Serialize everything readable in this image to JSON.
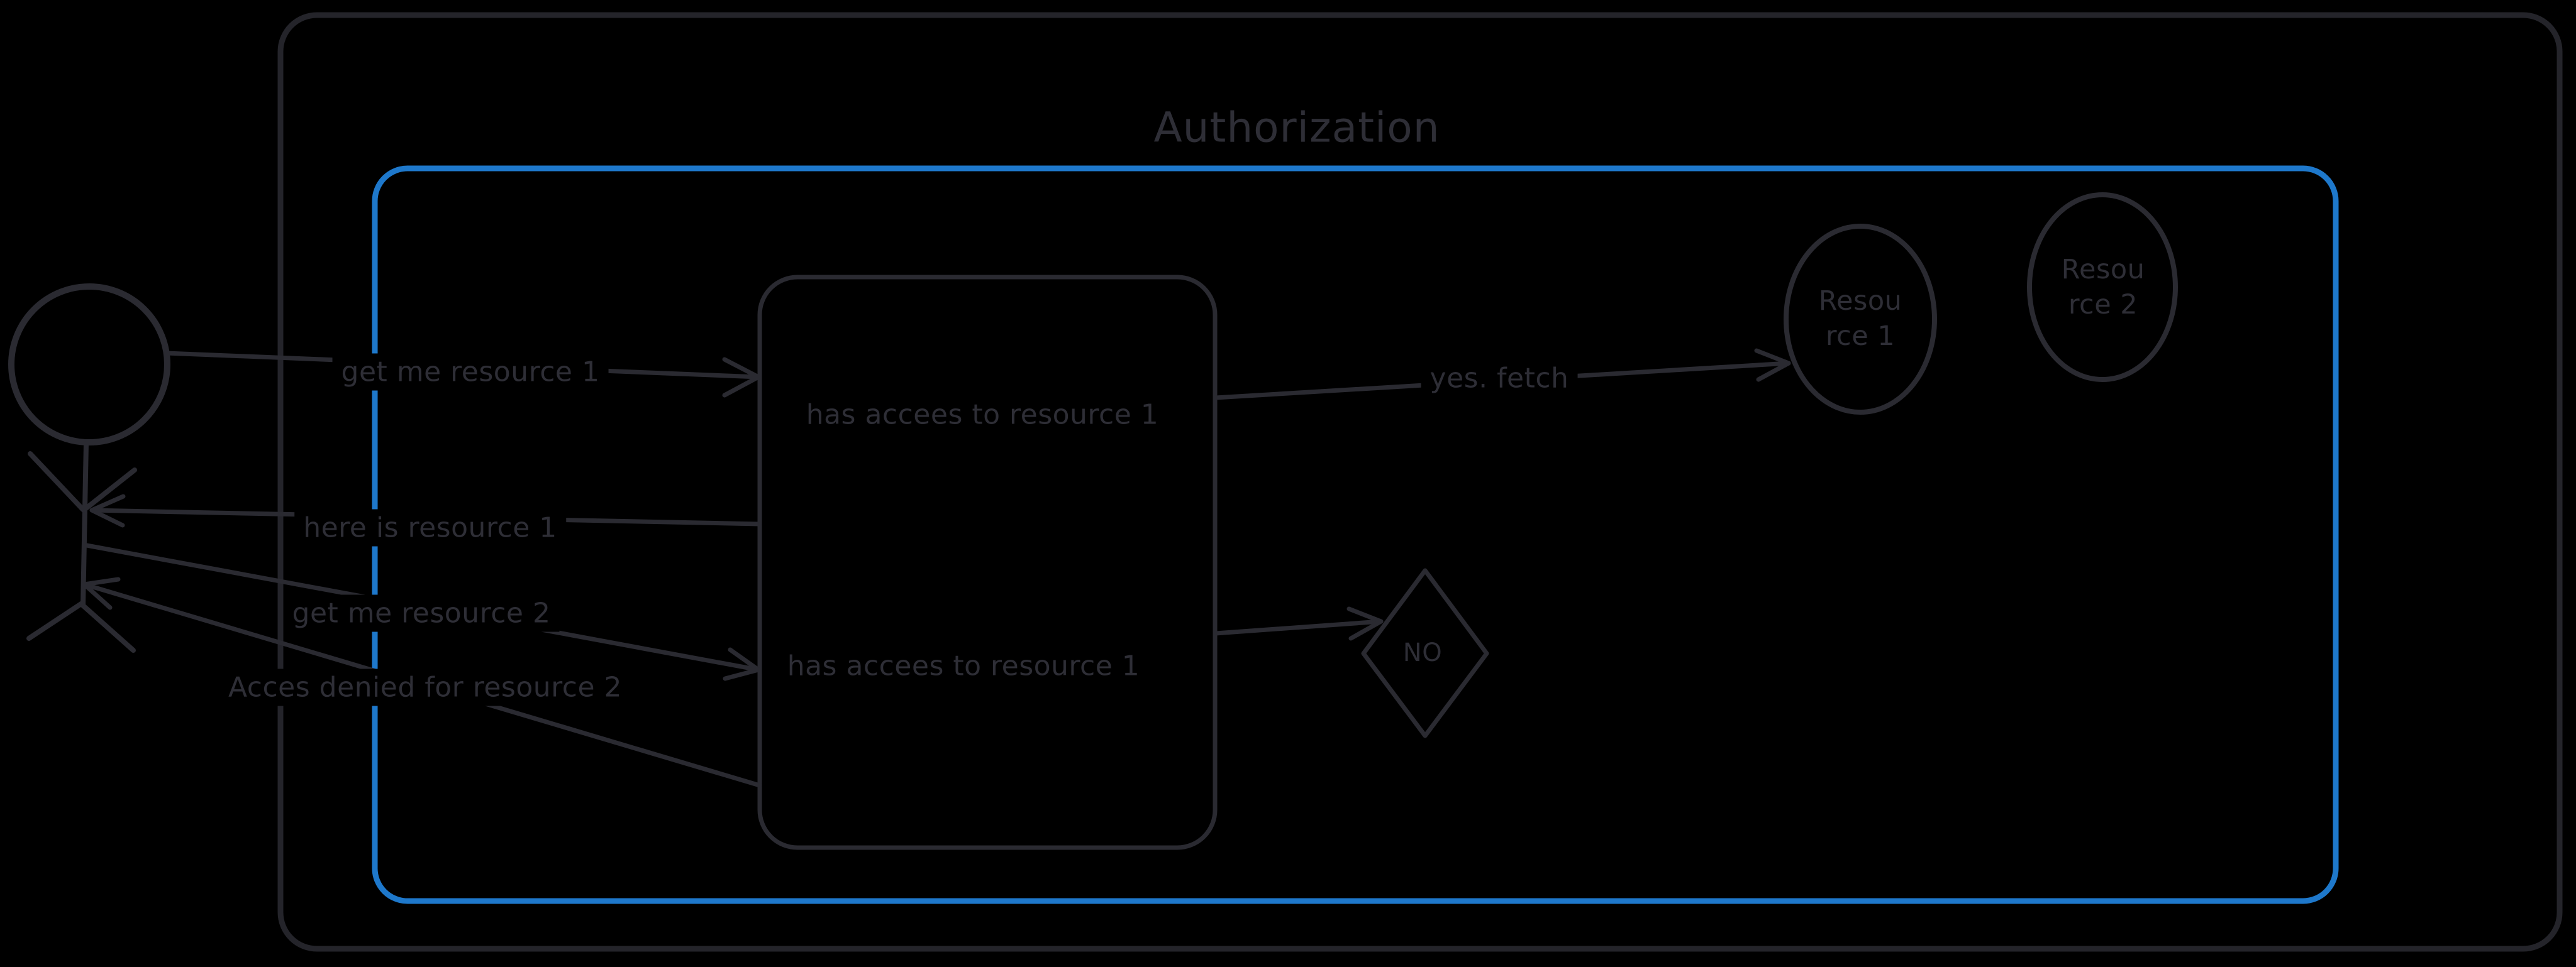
{
  "canvas": {
    "background": "#000000"
  },
  "colors": {
    "stroke_dark": "#2a2a31",
    "stroke_outer": "#24242a",
    "text": "#2e2e36",
    "accent_blue": "#1e78cb",
    "actor_hatch_yellow": "#ffec99"
  },
  "diagram": {
    "title": "Authorization",
    "labels": {
      "get_me_resource_1": "get me resource 1",
      "here_is_resource_1": "here is resource 1",
      "get_me_resource_2": "get me resource 2",
      "access_denied": "Acces denied for resource 2",
      "yes_fetch": "yes. fetch",
      "no": "NO"
    },
    "auth_check_box": {
      "line1": "has accees to resource 1",
      "line2": "has accees to resource 1"
    },
    "resource_1": {
      "line1": "Resou",
      "line2": "rce 1"
    },
    "resource_2": {
      "line1": "Resou",
      "line2": "rce 2"
    }
  }
}
